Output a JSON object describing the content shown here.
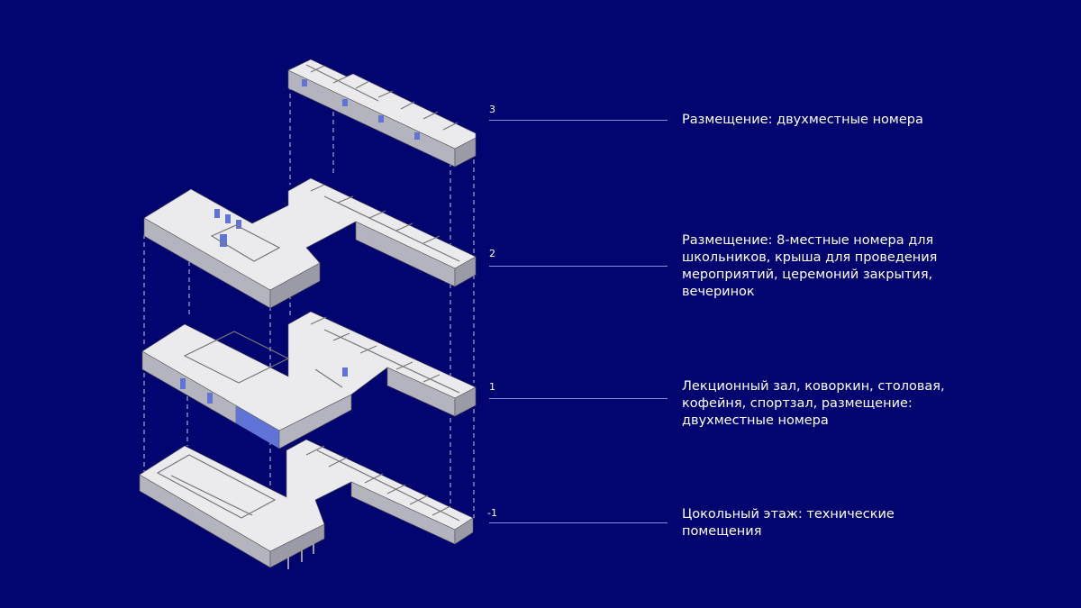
{
  "floors": [
    {
      "level": "3",
      "description": "Размещение: двухместные номера"
    },
    {
      "level": "2",
      "description": "Размещение: 8-местные номера для школьников, крыша для проведения мероприятий, церемоний закрытия, вечеринок"
    },
    {
      "level": "1",
      "description": "Лекционный зал, коворкин, столовая, кофейня, спортзал, размещение: двухместные номера"
    },
    {
      "level": "-1",
      "description": "Цокольный этаж: технические помещения"
    }
  ],
  "colors": {
    "background": "#020470",
    "slab": "#ebebee",
    "glazing": "#5f74d6",
    "leader": "#8a8fd6"
  }
}
